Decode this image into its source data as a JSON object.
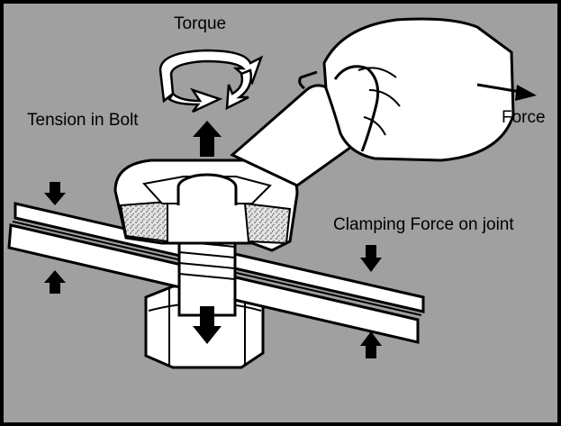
{
  "labels": {
    "torque": "Torque",
    "tension": "Tension in Bolt",
    "force": "Force",
    "clamping": "Clamping Force on joint"
  },
  "colors": {
    "background": "#a0a0a0",
    "outline": "#000000",
    "part_fill": "#ffffff",
    "speckle_fill": "#dcdcdc"
  },
  "icons": [
    "torque-rotation-icon",
    "arrow-up-icon",
    "arrow-down-icon",
    "arrow-right-icon",
    "hand-icon"
  ]
}
